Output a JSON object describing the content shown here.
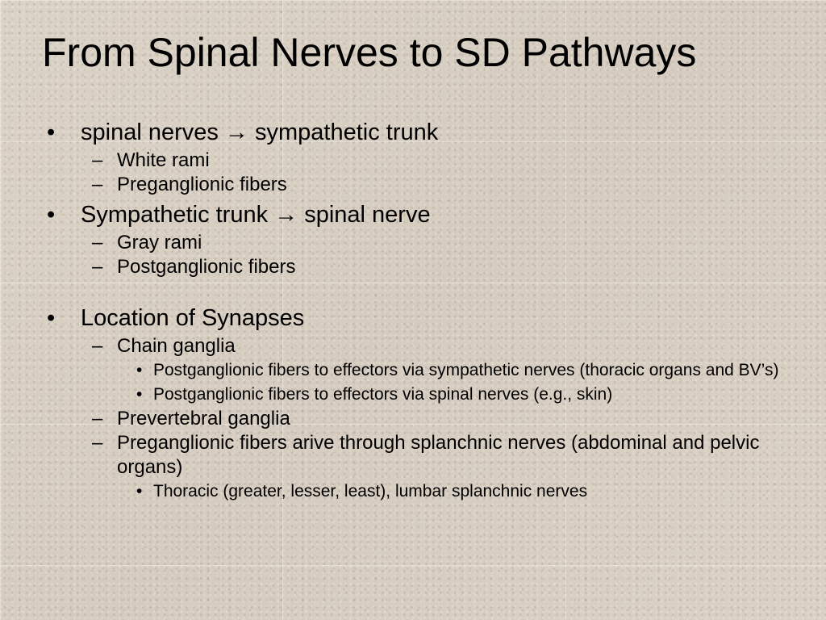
{
  "slide": {
    "title": "From Spinal Nerves to SD Pathways",
    "bullets": [
      {
        "level": 1,
        "marker": "•",
        "text": "spinal nerves → sympathetic trunk"
      },
      {
        "level": 2,
        "marker": "–",
        "text": "White rami"
      },
      {
        "level": 2,
        "marker": "–",
        "text": "Preganglionic fibers"
      },
      {
        "level": 1,
        "marker": "•",
        "text": "Sympathetic trunk → spinal nerve"
      },
      {
        "level": 2,
        "marker": "–",
        "text": "Gray rami"
      },
      {
        "level": 2,
        "marker": "–",
        "text": "Postganglionic fibers"
      },
      {
        "level": 1,
        "marker": "•",
        "text": "Location of Synapses"
      },
      {
        "level": 2,
        "marker": "–",
        "text": "Chain ganglia"
      },
      {
        "level": 3,
        "marker": "•",
        "text": "Postganglionic fibers to effectors via sympathetic nerves (thoracic organs and BV’s)"
      },
      {
        "level": 3,
        "marker": "•",
        "text": "Postganglionic fibers to effectors via spinal nerves (e.g., skin)"
      },
      {
        "level": 2,
        "marker": "–",
        "text": "Prevertebral ganglia"
      },
      {
        "level": 2,
        "marker": "–",
        "text": "Preganglionic fibers arive through splanchnic nerves (abdominal and pelvic organs)"
      },
      {
        "level": 3,
        "marker": "•",
        "text": "Thoracic (greater, lesser, least), lumbar splanchnic nerves"
      }
    ]
  }
}
